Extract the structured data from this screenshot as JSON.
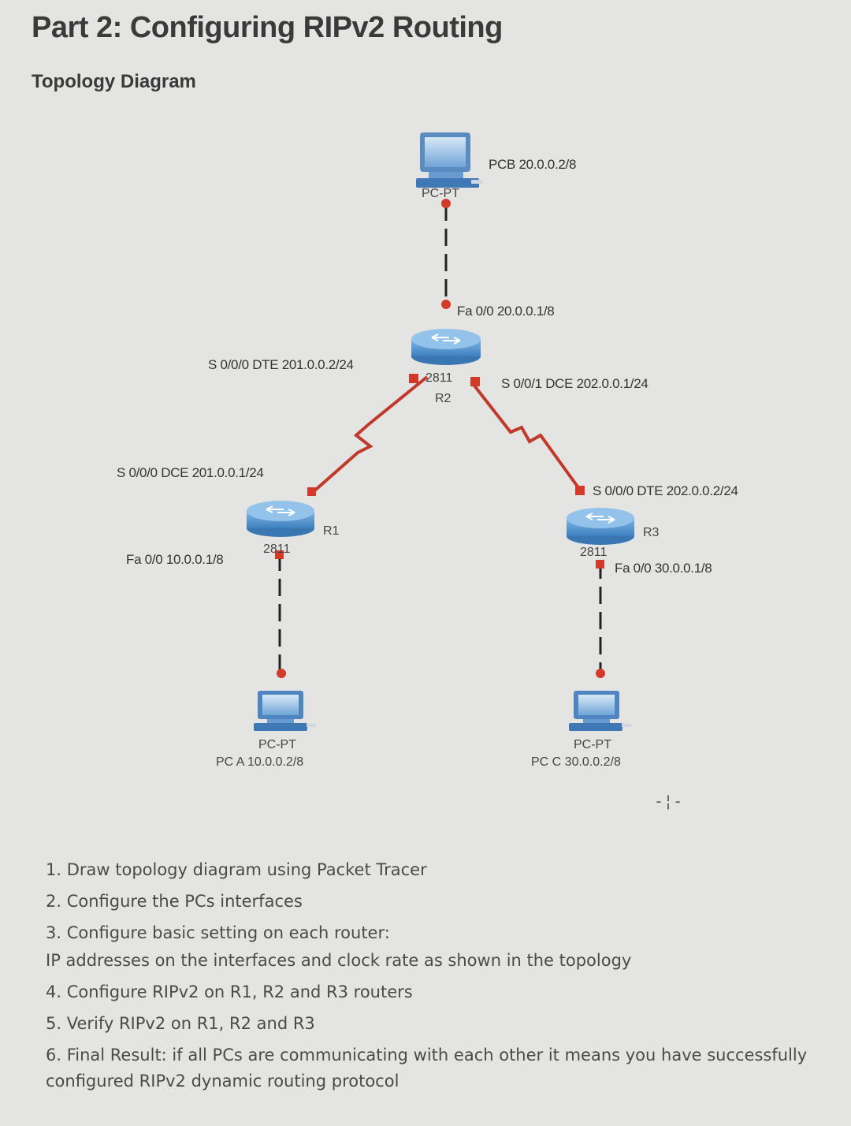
{
  "title": "Part 2: Configuring RIPv2 Routing",
  "subtitle": "Topology Diagram",
  "topology": {
    "pcb": {
      "type": "PC-PT",
      "label": "PCB 20.0.0.2/8"
    },
    "r2": {
      "model": "2811",
      "name": "R2",
      "fa": "Fa 0/0 20.0.0.1/8",
      "s000": "S 0/0/0 DTE 201.0.0.2/24",
      "s001": "S 0/0/1 DCE 202.0.0.1/24"
    },
    "r1": {
      "model": "2811",
      "name": "R1",
      "s000": "S 0/0/0 DCE 201.0.0.1/24",
      "fa": "Fa 0/0 10.0.0.1/8"
    },
    "r3": {
      "model": "2811",
      "name": "R3",
      "s000": "S 0/0/0 DTE 202.0.0.2/24",
      "fa": "Fa 0/0 30.0.0.1/8"
    },
    "pca": {
      "type": "PC-PT",
      "label": "PC A 10.0.0.2/8"
    },
    "pcc": {
      "type": "PC-PT",
      "label": "PC C 30.0.0.2/8"
    },
    "colors": {
      "serial_link": "#c0392b",
      "router": "#4a8fc9",
      "pc": "#5b9bd5"
    }
  },
  "instructions": [
    "1. Draw topology diagram using Packet Tracer",
    "2. Configure the PCs interfaces",
    "3. Configure basic setting on each router:",
    "IP addresses on the interfaces and clock rate as shown in the topology",
    "4. Configure RIPv2 on R1, R2 and R3 routers",
    "5. Verify RIPv2 on R1, R2 and R3",
    "6. Final Result: if all PCs are communicating with each other it means you have successfully",
    "configured RIPv2 dynamic routing protocol"
  ]
}
